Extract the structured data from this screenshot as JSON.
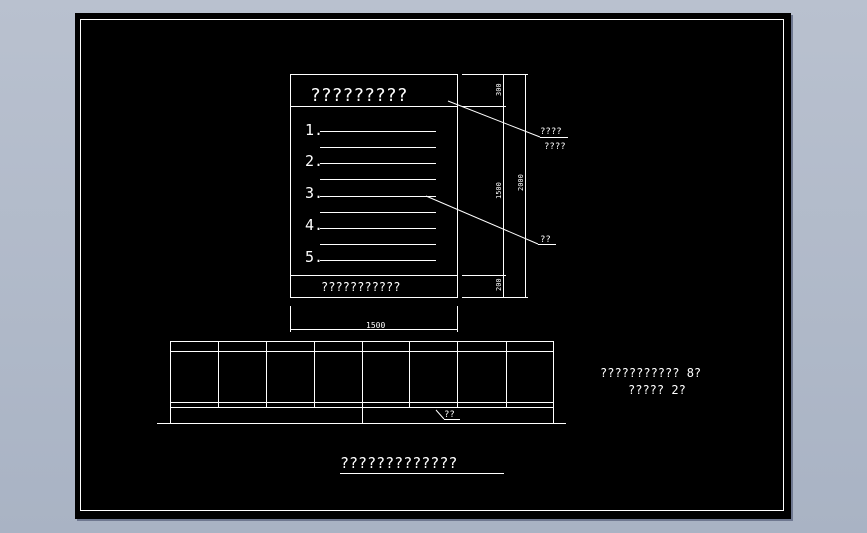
{
  "colors": {
    "background": "#b9c1cf",
    "sheet": "#000000",
    "line": "#ffffff"
  },
  "board": {
    "title": "?????????",
    "items": [
      {
        "number": "1."
      },
      {
        "number": "2."
      },
      {
        "number": "3."
      },
      {
        "number": "4."
      },
      {
        "number": "5."
      }
    ],
    "footer": "???????????"
  },
  "dimensions": {
    "top_height": "300",
    "middle_height": "1500",
    "total_height": "2000",
    "bottom_height": "200",
    "width": "1500"
  },
  "callouts": {
    "material_line1": "????",
    "material_line2": "????",
    "bracket": "??",
    "base": "??"
  },
  "notes": {
    "line1": "??????????? 8?",
    "line2": "????? 2?"
  },
  "drawing_title": "?????????????"
}
